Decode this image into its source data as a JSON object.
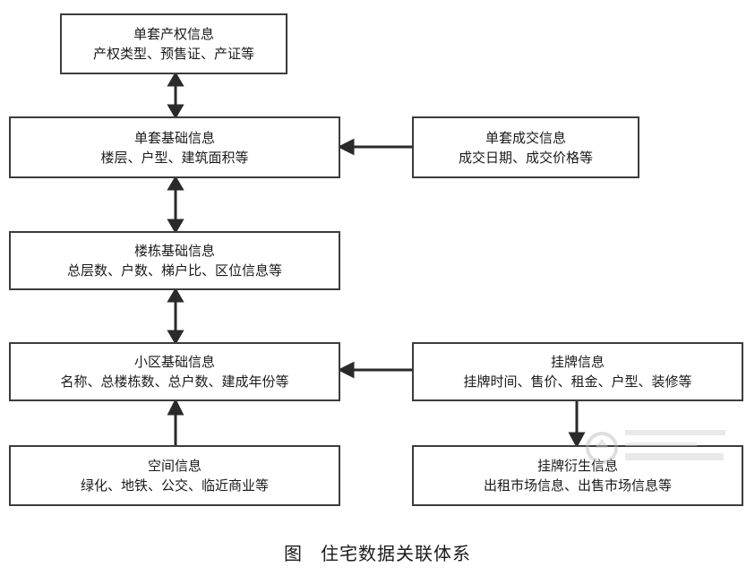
{
  "nodes": {
    "unit_property": {
      "title": "单套产权信息",
      "detail": "产权类型、预售证、产证等"
    },
    "unit_basic": {
      "title": "单套基础信息",
      "detail": "楼层、户型、建筑面积等"
    },
    "unit_deal": {
      "title": "单套成交信息",
      "detail": "成交日期、成交价格等"
    },
    "building_basic": {
      "title": "楼栋基础信息",
      "detail": "总层数、户数、梯户比、区位信息等"
    },
    "community_basic": {
      "title": "小区基础信息",
      "detail": "名称、总楼栋数、总户数、建成年份等"
    },
    "listing": {
      "title": "挂牌信息",
      "detail": "挂牌时间、售价、租金、户型、装修等"
    },
    "spatial": {
      "title": "空间信息",
      "detail": "绿化、地铁、公交、临近商业等"
    },
    "listing_derived": {
      "title": "挂牌衍生信息",
      "detail": "出租市场信息、出售市场信息等"
    }
  },
  "edges": [
    {
      "from": "unit_property",
      "to": "unit_basic",
      "type": "bidirectional"
    },
    {
      "from": "unit_deal",
      "to": "unit_basic",
      "type": "directed"
    },
    {
      "from": "unit_basic",
      "to": "building_basic",
      "type": "bidirectional"
    },
    {
      "from": "building_basic",
      "to": "community_basic",
      "type": "bidirectional"
    },
    {
      "from": "listing",
      "to": "community_basic",
      "type": "directed"
    },
    {
      "from": "spatial",
      "to": "community_basic",
      "type": "directed"
    },
    {
      "from": "listing",
      "to": "listing_derived",
      "type": "directed"
    }
  ],
  "caption": {
    "label": "图",
    "text": "住宅数据关联体系"
  }
}
